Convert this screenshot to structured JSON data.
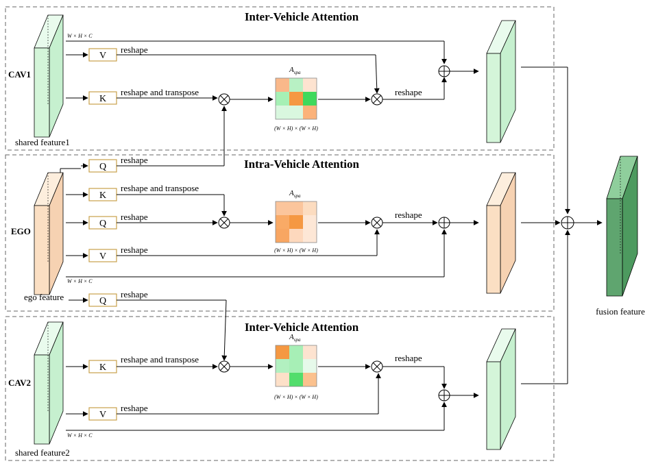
{
  "sections": {
    "top": {
      "title": "Inter-Vehicle Attention"
    },
    "middle": {
      "title": "Intra-Vehicle Attention"
    },
    "bottom": {
      "title": "Inter-Vehicle Attention"
    }
  },
  "agents": {
    "cav1": {
      "name": "CAV1",
      "feature_label": "shared feature1",
      "color": "#d4f5d9"
    },
    "ego": {
      "name": "EGO",
      "feature_label": "ego feature",
      "color": "#fbdfc3"
    },
    "cav2": {
      "name": "CAV2",
      "feature_label": "shared feature2",
      "color": "#d4f5d9"
    }
  },
  "ops": {
    "q": "Q",
    "k": "K",
    "v": "V"
  },
  "edge_labels": {
    "reshape": "reshape",
    "reshape_transpose": "reshape and transpose",
    "dims": "W × H × C",
    "matrix_dims": "(W × H) × (W × H)",
    "matrix_label": "A",
    "matrix_sub": "spa"
  },
  "output": {
    "label": "fusion feature",
    "color": "#5fa56f"
  },
  "matrices": {
    "top": [
      "#f9b88a",
      "#b8f1c4",
      "#fde3d0",
      "#a6f0b5",
      "#f59842",
      "#3fd95c",
      "#d9f7df",
      "#d9f7df",
      "#fbb27a"
    ],
    "middle": [
      "#fbc59c",
      "#fbc59c",
      "#fcdcc0",
      "#f9aa66",
      "#f59842",
      "#fde7d6",
      "#f8a662",
      "#fdd8bd",
      "#fde7d6"
    ],
    "bottom": [
      "#f59842",
      "#a7efb6",
      "#fde3d0",
      "#b2f0c0",
      "#a7efb6",
      "#e6f9ea",
      "#fde0c8",
      "#52dd6c",
      "#fbc18e"
    ]
  }
}
